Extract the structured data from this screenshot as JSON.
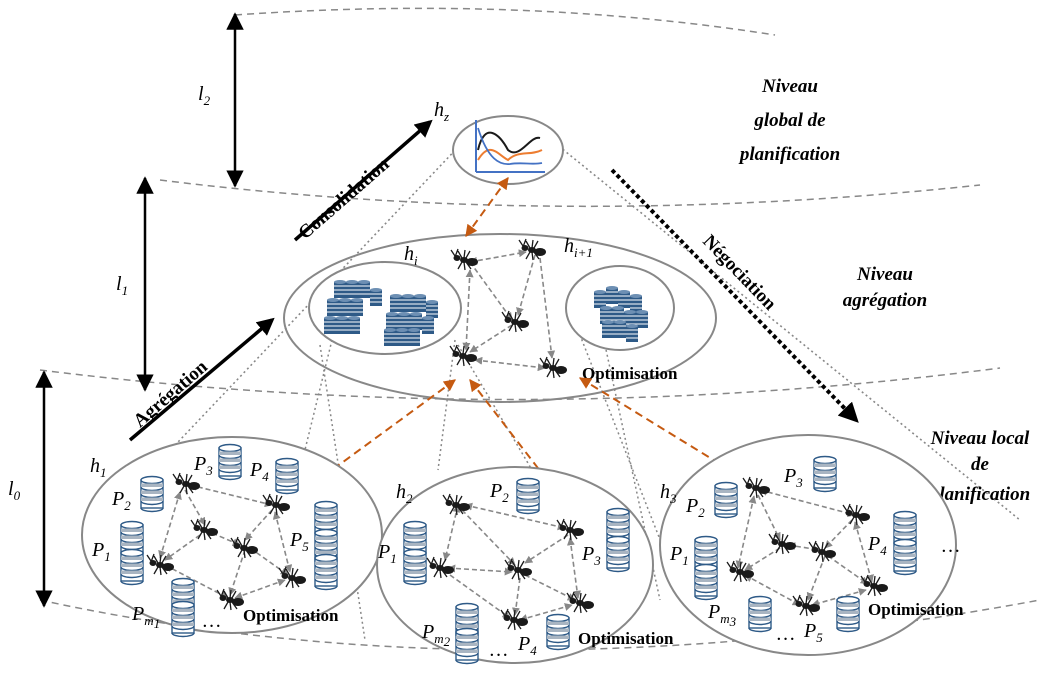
{
  "levels": {
    "global": [
      "Niveau",
      "global de",
      "planification"
    ],
    "aggregation": [
      "Niveau",
      "agrégation"
    ],
    "local": [
      "Niveau local",
      "de",
      "planification"
    ]
  },
  "axis_labels": {
    "l2": "l",
    "l2_sub": "2",
    "l1": "l",
    "l1_sub": "1",
    "l0": "l",
    "l0_sub": "0"
  },
  "flows": {
    "consolidation": "Consolidation",
    "aggregation": "Agrégation",
    "negotiation": "Négociation"
  },
  "nodes": {
    "hz": "h",
    "hz_sub": "z",
    "hi": "h",
    "hi_sub": "i",
    "hi1": "h",
    "hi1_sub": "i+1",
    "h1": "h",
    "h1_sub": "1",
    "h2": "h",
    "h2_sub": "2",
    "h3": "h",
    "h3_sub": "3"
  },
  "optimisation_label": "Optimisation",
  "ellipsis": "…",
  "products": {
    "p_letter": "P",
    "m1": "m",
    "m1_sub": "1",
    "m2": "m",
    "m2_sub": "2",
    "m3": "m",
    "m3_sub": "3",
    "s1": "1",
    "s2": "2",
    "s3": "3",
    "s4": "4",
    "s5": "5"
  },
  "colors": {
    "arrow_orange": "#c55a11",
    "db_blue": "#2e5a87",
    "ant_black": "#1a1a1a",
    "dotted_gray": "#888888"
  }
}
